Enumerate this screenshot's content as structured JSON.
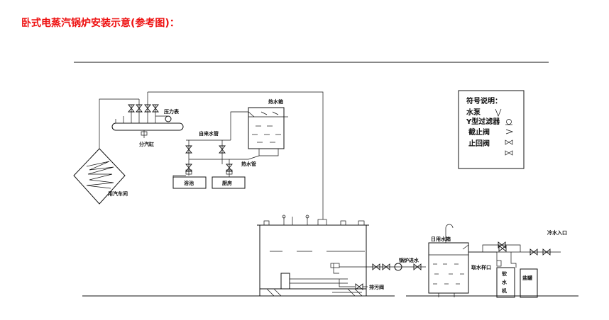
{
  "heading": "卧式电蒸汽锅炉安装示意(参考图)：",
  "colors": {
    "heading": "#ee1111",
    "line": "#111111"
  },
  "labels": {
    "pressure_gauge": "压力表",
    "steam_header": "分汽缸",
    "steam_user": "用汽车间",
    "hot_water_tank": "热水箱",
    "tap_water_pipe": "自来水管",
    "hot_water_pipe": "热水管",
    "bath": "浴池",
    "kitchen": "厨房",
    "boiler_feed": "锅炉进水",
    "drain_valve": "排污阀",
    "daily_water_tank": "日用水箱",
    "sampling": "取水样口",
    "softener": "软\n水\n机",
    "salt_tank": "盐罐",
    "cold_water_inlet": "冷水入口"
  },
  "legend": {
    "title": "符号说明：",
    "rows": [
      "水泵",
      "Y型过滤器",
      "截止阀",
      "止回阀",
      ""
    ],
    "icons": [
      "pump-icon",
      "y-filter-icon",
      "globe-valve-icon",
      "check-valve-icon",
      "gate-valve-icon"
    ]
  }
}
